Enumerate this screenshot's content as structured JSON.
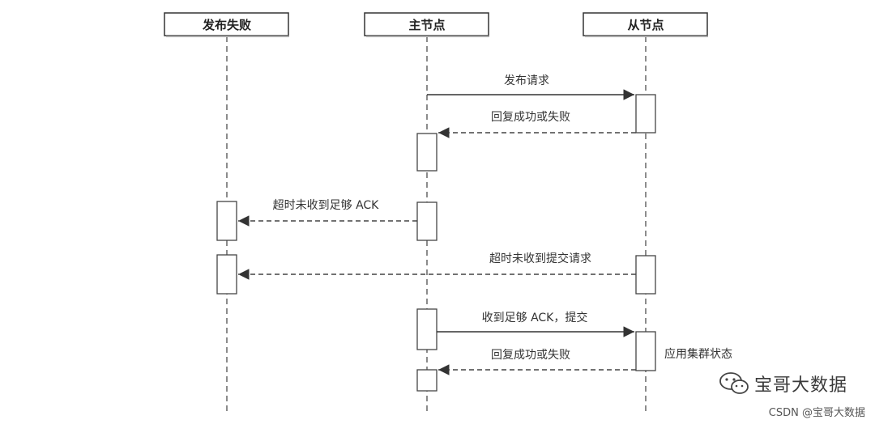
{
  "actors": [
    {
      "id": "publish_fail",
      "label": "发布失败"
    },
    {
      "id": "master",
      "label": "主节点"
    },
    {
      "id": "slave",
      "label": "从节点"
    }
  ],
  "messages": [
    {
      "from": "master",
      "to": "slave",
      "label": "发布请求",
      "style": "solid"
    },
    {
      "from": "slave",
      "to": "master",
      "label": "回复成功或失败",
      "style": "dashed"
    },
    {
      "from": "master",
      "to": "publish_fail",
      "label": "超时未收到足够 ACK",
      "style": "dashed"
    },
    {
      "from": "slave",
      "to": "publish_fail",
      "label": "超时未收到提交请求",
      "style": "dashed"
    },
    {
      "from": "master",
      "to": "slave",
      "label": "收到足够 ACK，提交",
      "style": "solid"
    },
    {
      "from": "slave",
      "to": "master",
      "label": "回复成功或失败",
      "style": "dashed"
    }
  ],
  "notes": [
    {
      "actor": "slave",
      "label": "应用集群状态"
    }
  ],
  "watermark": {
    "text": "宝哥大数据",
    "icon": "wechat-icon"
  },
  "credit": "CSDN @宝哥大数据",
  "colors": {
    "line": "#444444",
    "box_border": "#333333",
    "box_fill": "#ffffff"
  }
}
